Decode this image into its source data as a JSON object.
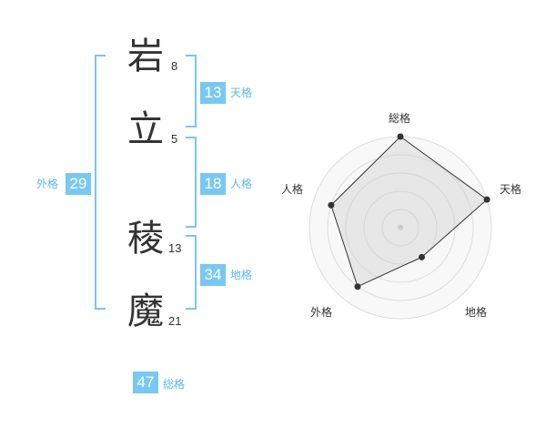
{
  "name": {
    "chars": [
      {
        "char": "岩",
        "strokes": "8"
      },
      {
        "char": "立",
        "strokes": "5"
      },
      {
        "char": "稜",
        "strokes": "13"
      },
      {
        "char": "魔",
        "strokes": "21"
      }
    ]
  },
  "fortune": {
    "tenkaku": {
      "value": "13",
      "label": "天格"
    },
    "jinkaku": {
      "value": "18",
      "label": "人格"
    },
    "chikaku": {
      "value": "34",
      "label": "地格"
    },
    "gaikaku": {
      "value": "29",
      "label": "外格"
    },
    "soukaku": {
      "value": "47",
      "label": "総格"
    }
  },
  "colors": {
    "accent": "#78c8f3",
    "accent_text": "#58b8ef",
    "bracket": "#7ec4f0"
  },
  "chart_data": {
    "type": "radar",
    "axes": [
      "総格",
      "天格",
      "地格",
      "外格",
      "人格"
    ],
    "values": [
      5,
      5,
      2,
      4,
      4
    ],
    "max": 5,
    "rings": 5
  }
}
